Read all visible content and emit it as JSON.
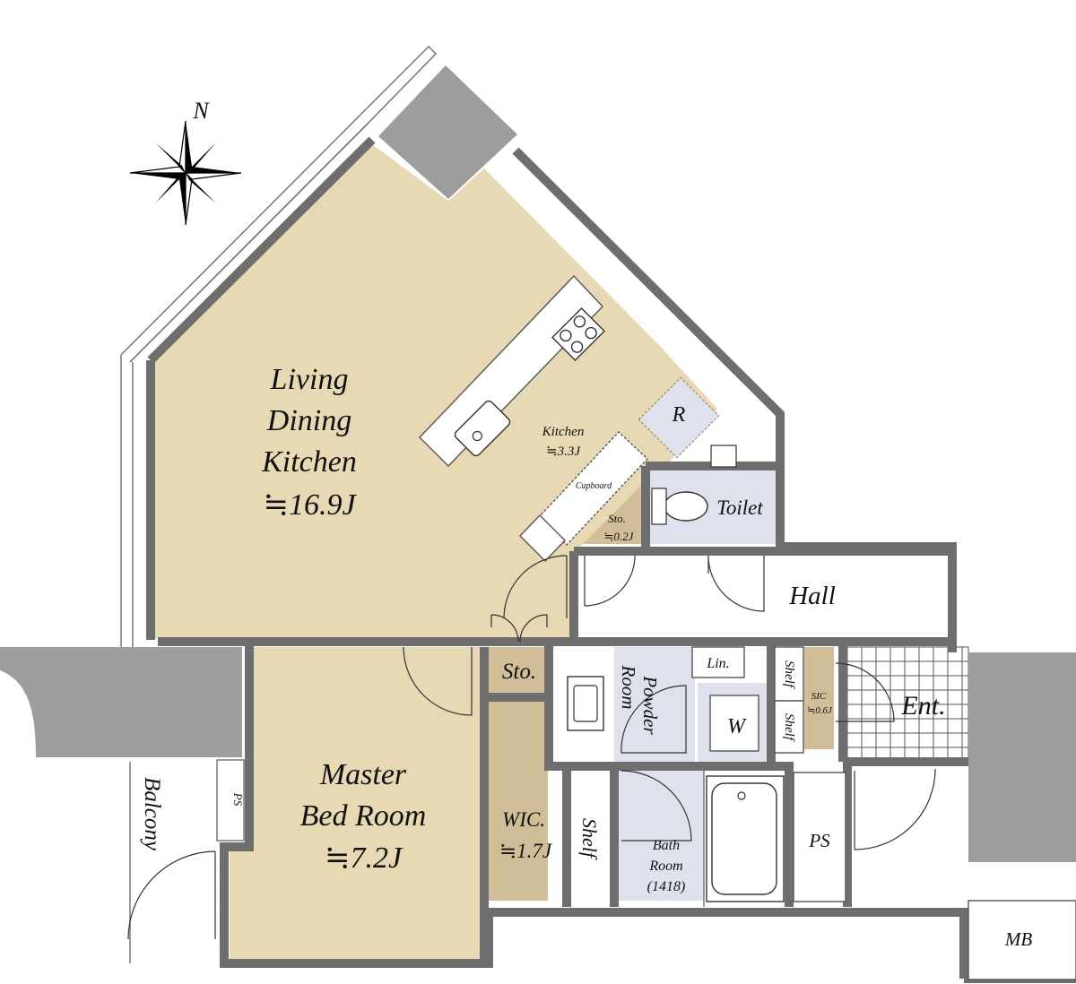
{
  "compass": {
    "label": "N"
  },
  "rooms": {
    "ldk": {
      "line1": "Living",
      "line2": "Dining",
      "line3": "Kitchen",
      "size": "≒16.9J"
    },
    "kitchen": {
      "name": "Kitchen",
      "size": "≒3.3J"
    },
    "cupboard": {
      "name": "Cupboard"
    },
    "refrigerator": {
      "name": "R"
    },
    "toilet": {
      "name": "Toilet"
    },
    "sto_small": {
      "name": "Sto.",
      "size": "≒0.2J"
    },
    "hall": {
      "name": "Hall"
    },
    "sto": {
      "name": "Sto."
    },
    "powder": {
      "line1": "Powder",
      "line2": "Room"
    },
    "linen": {
      "name": "Lin."
    },
    "washer": {
      "name": "W"
    },
    "shelf_a": {
      "name": "Shelf"
    },
    "shelf_b": {
      "name": "Shelf"
    },
    "sic": {
      "name": "SIC",
      "size": "≒0.6J"
    },
    "entrance": {
      "name": "Ent."
    },
    "master": {
      "line1": "Master",
      "line2": "Bed Room",
      "size": "≒7.2J"
    },
    "wic": {
      "name": "WIC.",
      "size": "≒1.7J"
    },
    "shelf_wic": {
      "name": "Shelf"
    },
    "bath": {
      "line1": "Bath",
      "line2": "Room",
      "line3": "(1418)"
    },
    "balcony": {
      "name": "Balcony"
    },
    "ps_small": {
      "name": "PS"
    },
    "ps": {
      "name": "PS"
    },
    "mb": {
      "name": "MB"
    }
  },
  "colors": {
    "living_floor": "#e8d9b5",
    "storage_floor": "#d1bd97",
    "wet_area_floor": "#dfe2ec",
    "column": "#9d9d9d",
    "wall": "#6e6e6e"
  }
}
